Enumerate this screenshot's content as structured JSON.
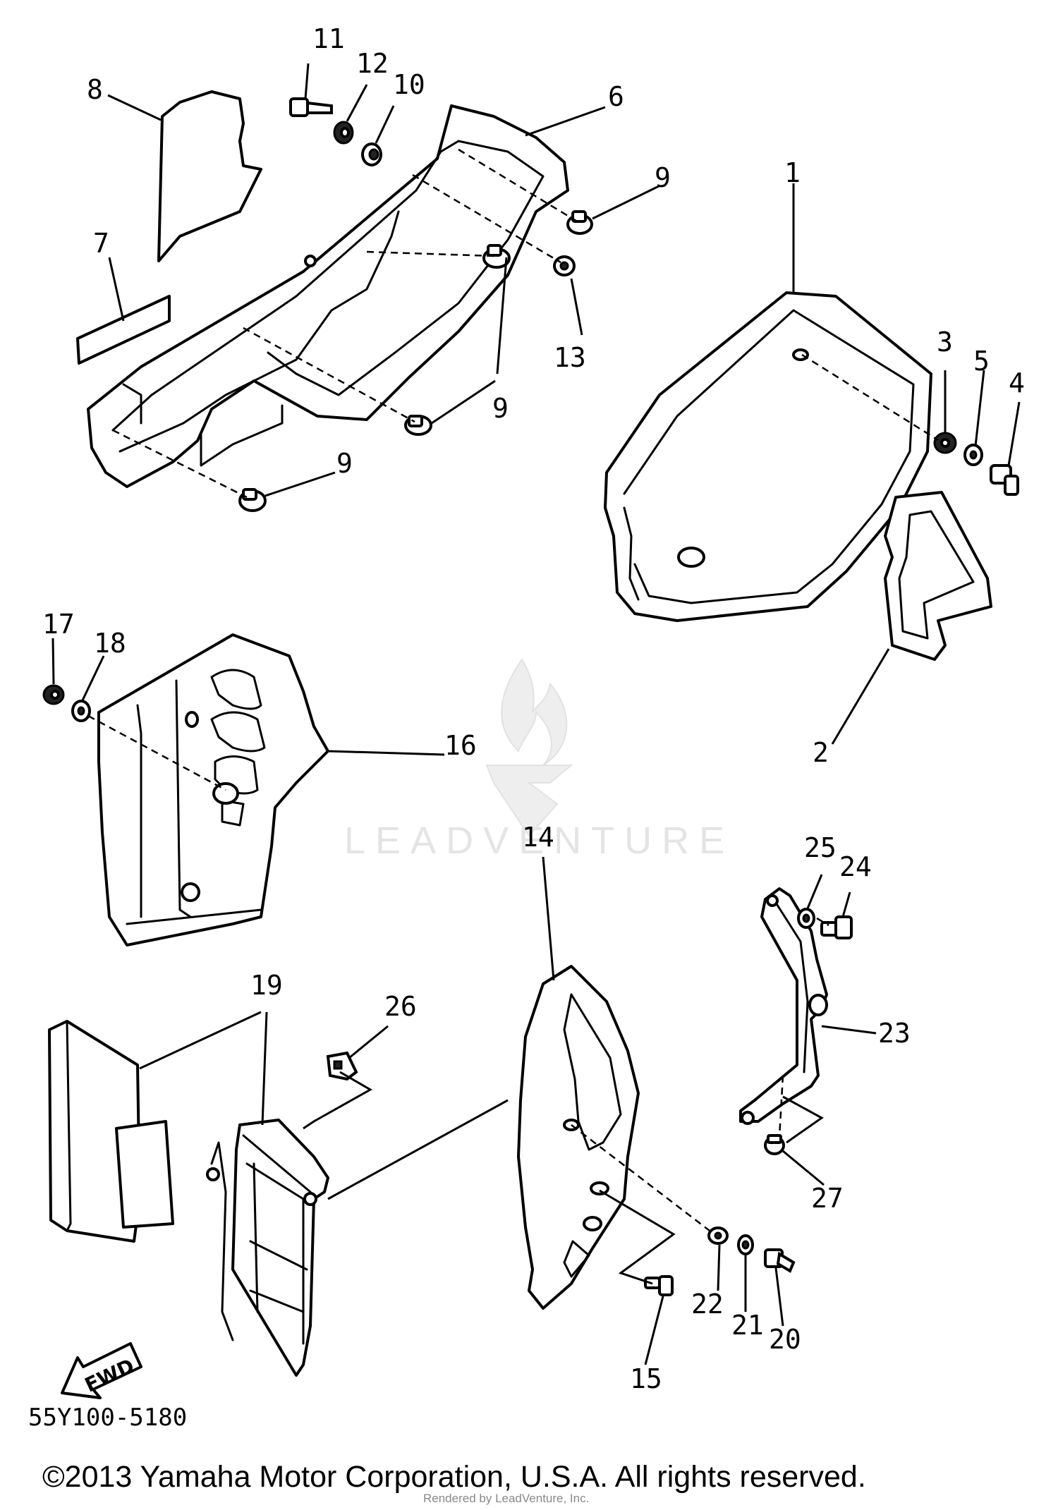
{
  "diagram": {
    "code": "55Y100-5180",
    "fwd_label": "FWD",
    "watermark_text": "LEADVENTURE",
    "copyright": "©2013 Yamaha Motor Corporation, U.S.A. All rights reserved.",
    "rendered_by": "Rendered by LeadVenture, Inc.",
    "callouts": [
      "1",
      "2",
      "3",
      "4",
      "5",
      "6",
      "7",
      "8",
      "9",
      "10",
      "11",
      "12",
      "13",
      "14",
      "15",
      "16",
      "17",
      "18",
      "19",
      "20",
      "21",
      "22",
      "23",
      "24",
      "25",
      "26",
      "27"
    ]
  }
}
